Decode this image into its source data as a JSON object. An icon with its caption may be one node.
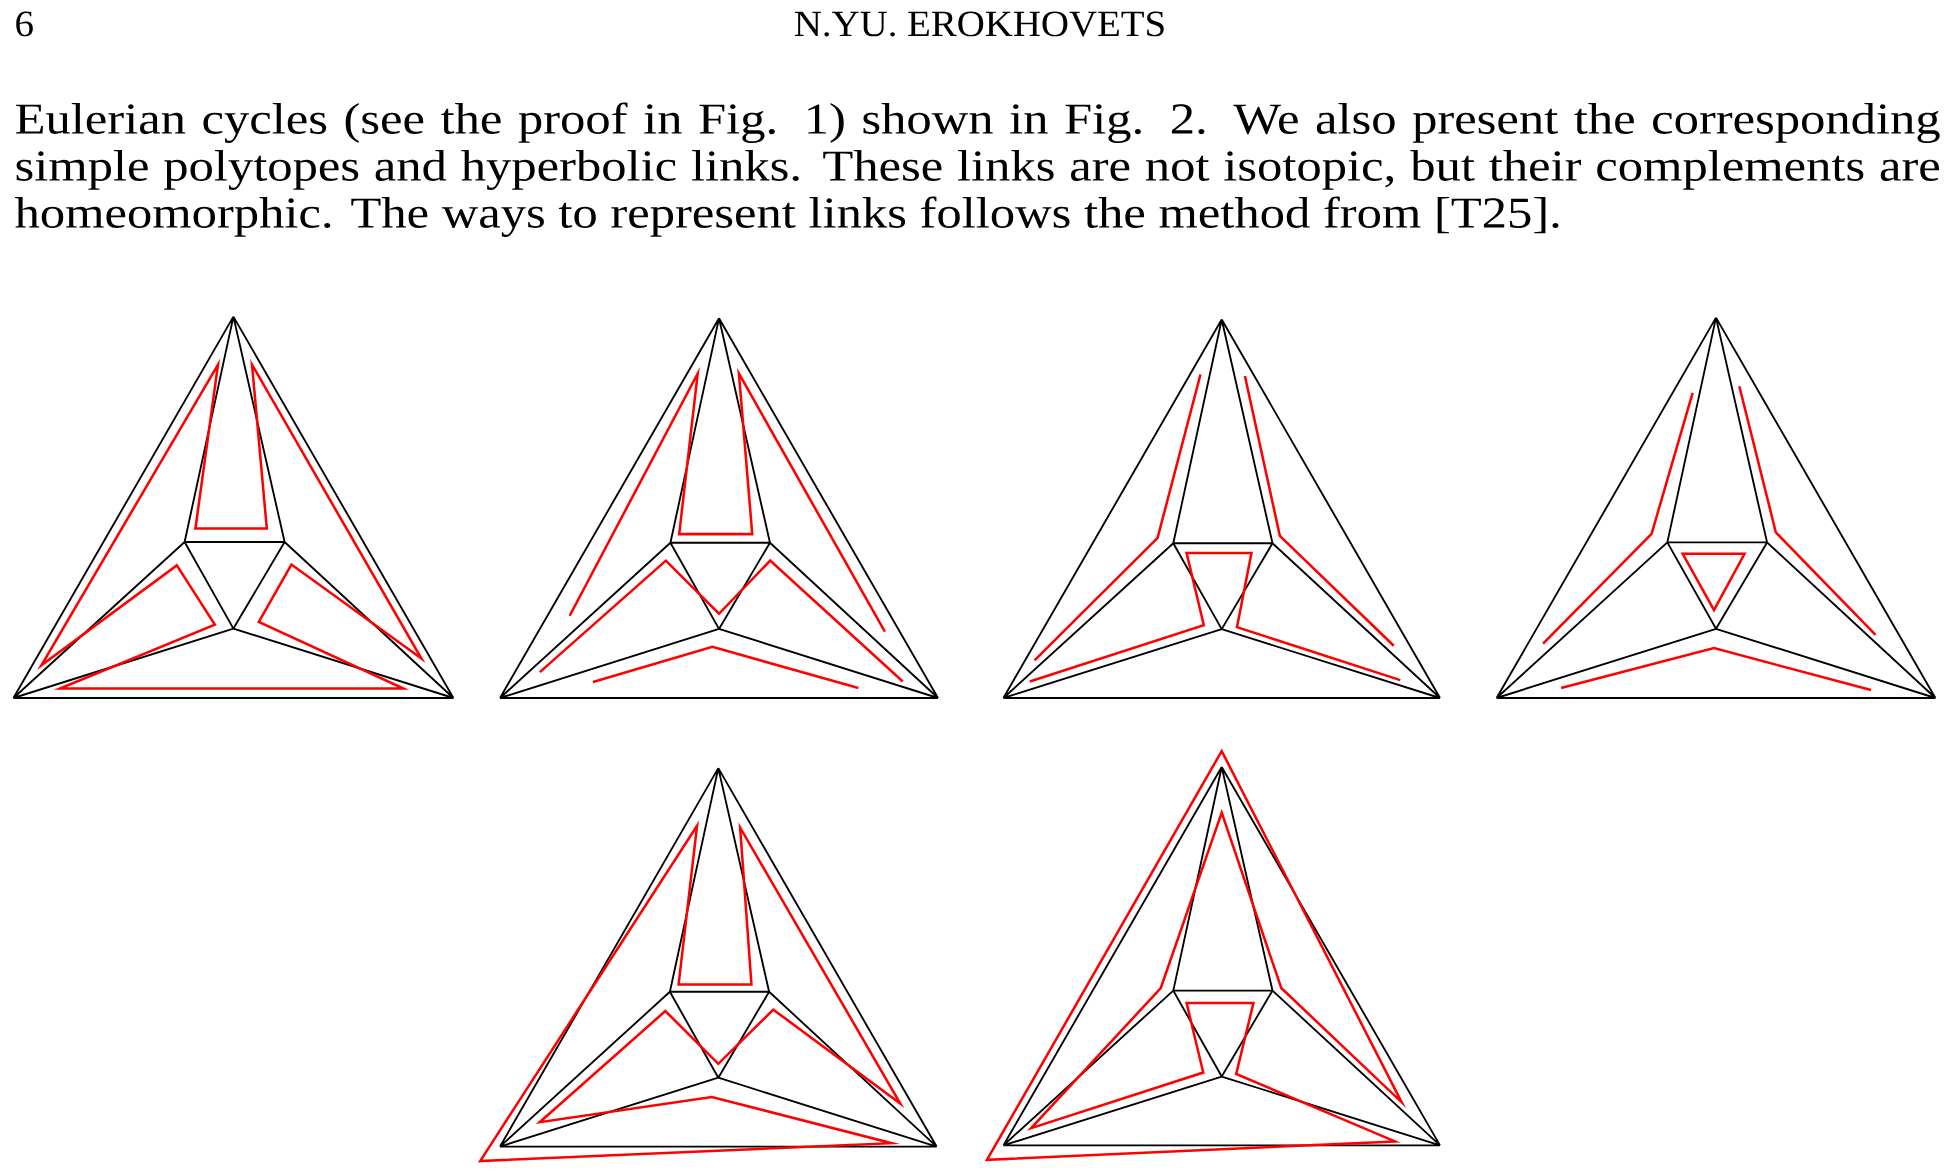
{
  "diagram": {
    "labels": [
      "6",
      "N.YU. EROKHOVETS",
      "Eulerian cycles (see the proof in Fig. 1) shown in Fig. 2. We also present the corresponding simple polytopes and hyperbolic links. These links are not isotopic, but their complements are homeomorphic. The ways to represent links follows the method from [T25]."
    ]
  }
}
